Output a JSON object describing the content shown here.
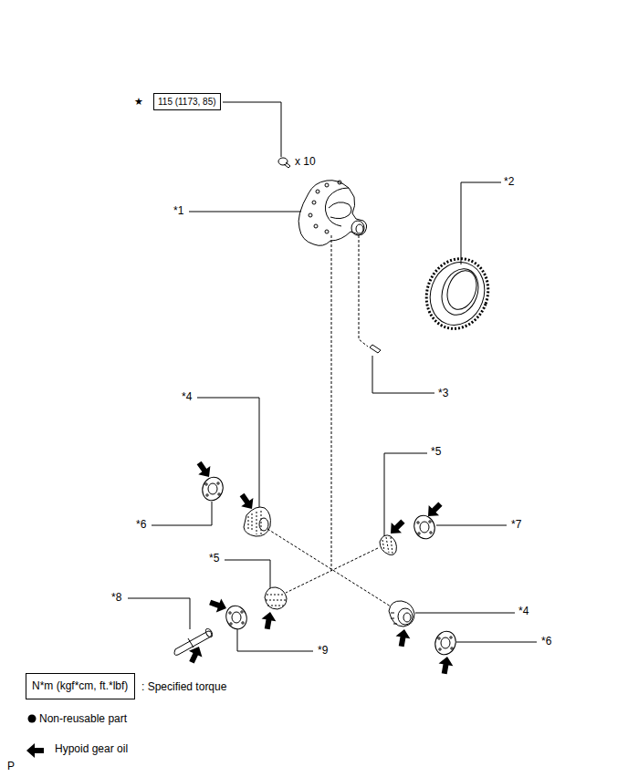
{
  "diagram": {
    "nodes": [
      {
        "text": [
          "115 (1173, 85)"
        ]
      },
      {
        "text": [
          "N*m (kgf*cm, ft.*lbf)"
        ]
      }
    ],
    "labels": [
      "★",
      "x 10",
      "*1",
      "*2",
      "*3",
      "*4",
      "*5",
      "*6",
      "*7",
      "*5",
      "*8",
      "*4",
      "*9",
      "*6",
      "P"
    ],
    "legend": [
      {
        "text": ": Specified torque"
      },
      {
        "text": "Non-reusable part"
      },
      {
        "text": "Hypoid gear oil"
      }
    ]
  }
}
